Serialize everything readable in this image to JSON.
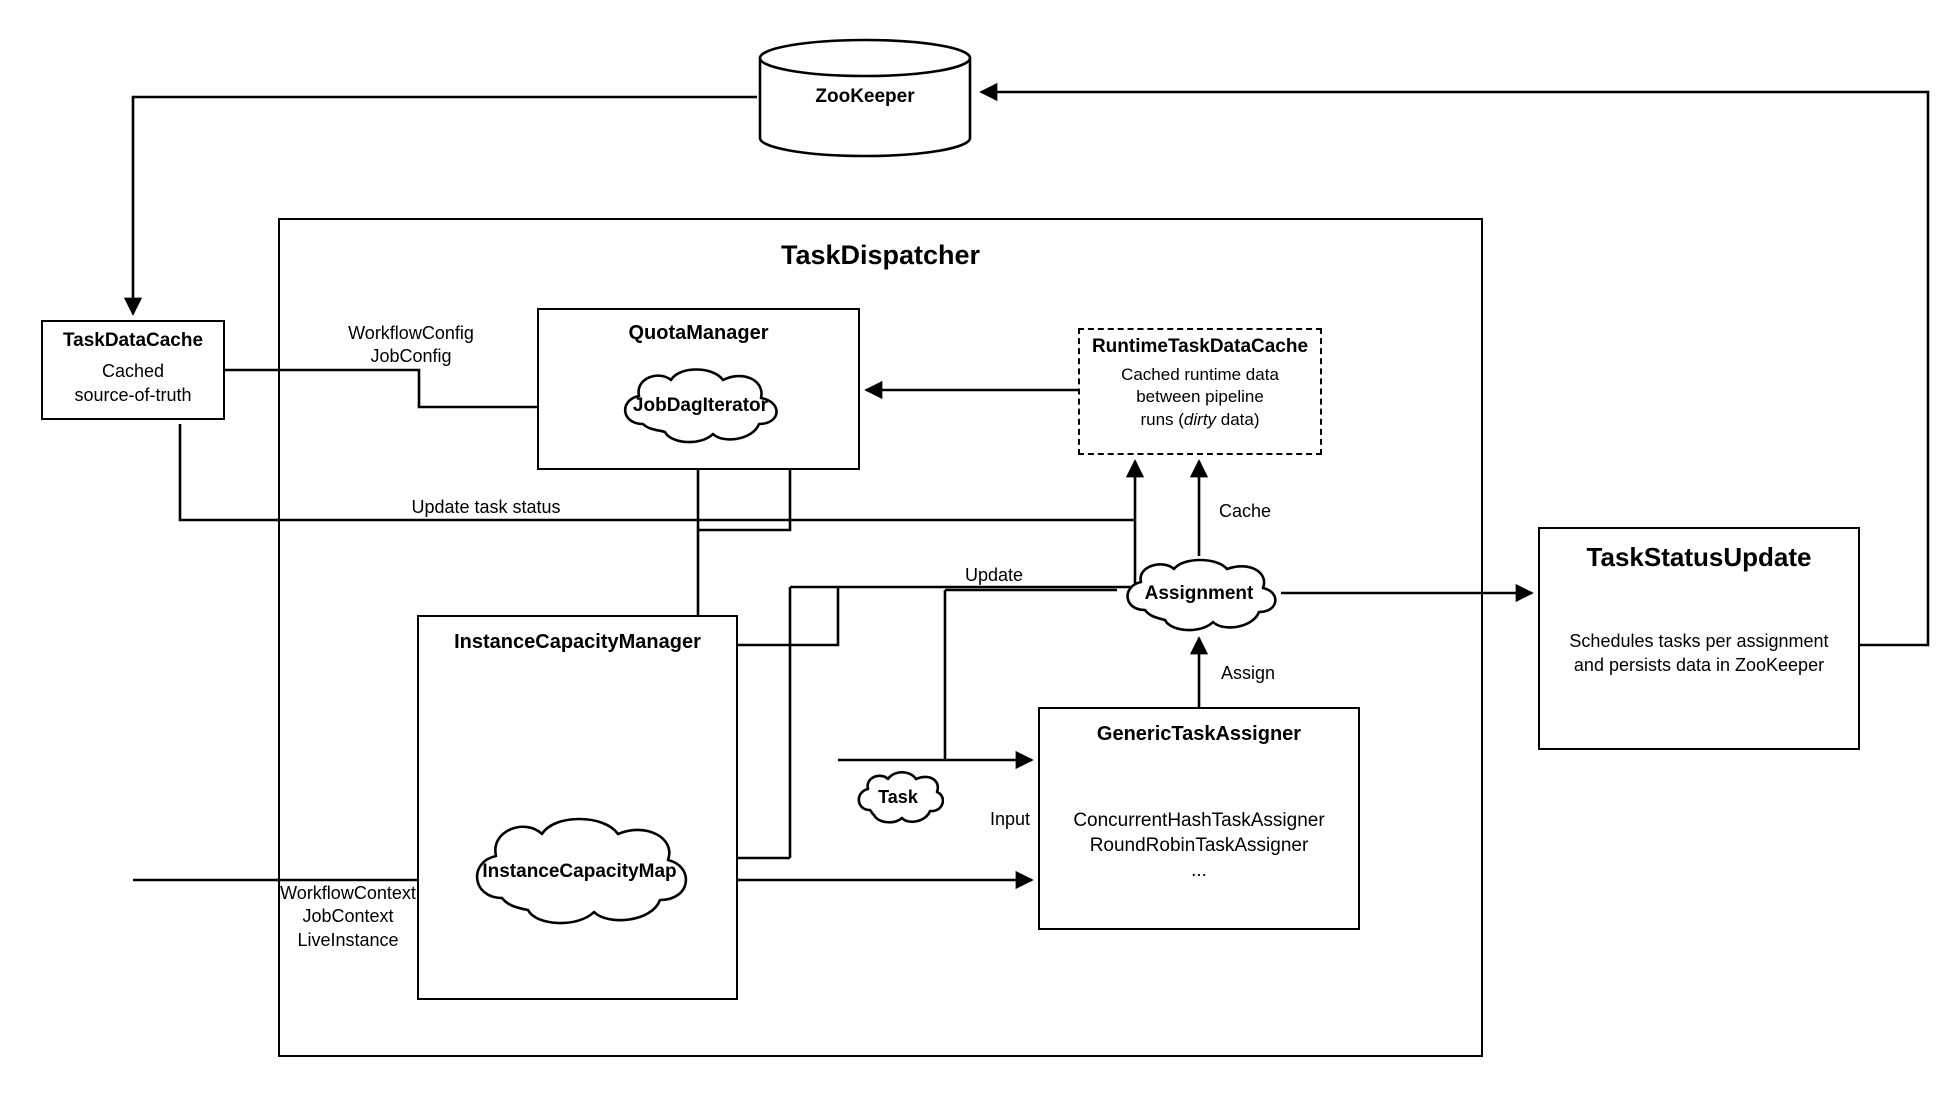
{
  "diagram": {
    "title": "TaskDispatcher architecture",
    "type": "flowchart",
    "stroke_color": "#000000",
    "background_color": "#ffffff"
  },
  "zookeeper": {
    "label": "ZooKeeper",
    "shape": "cylinder"
  },
  "task_dispatcher": {
    "title": "TaskDispatcher"
  },
  "task_data_cache": {
    "title": "TaskDataCache",
    "subtitle": "Cached\nsource-of-truth"
  },
  "quota_manager": {
    "title": "QuotaManager",
    "cloud": "JobDagIterator"
  },
  "runtime_task_data_cache": {
    "title": "RuntimeTaskDataCache",
    "line1": "Cached runtime data",
    "line2": "between pipeline",
    "line3_pre": "runs (",
    "line3_em": "dirty",
    "line3_post": " data)",
    "border_style": "dashed"
  },
  "instance_capacity_manager": {
    "title": "InstanceCapacityManager",
    "cloud": "InstanceCapacityMap"
  },
  "generic_task_assigner": {
    "title": "GenericTaskAssigner",
    "subtitle": "ConcurrentHashTaskAssigner\nRoundRobinTaskAssigner\n..."
  },
  "task_status_update": {
    "title": "TaskStatusUpdate",
    "subtitle": "Schedules tasks per assignment\nand persists data in ZooKeeper"
  },
  "clouds": {
    "assignment": "Assignment",
    "task": "Task"
  },
  "edge_labels": {
    "workflow_job_config": "WorkflowConfig\nJobConfig",
    "update_task_status": "Update task status",
    "workflow_context": "WorkflowContext\nJobContext\nLiveInstance",
    "update": "Update",
    "cache": "Cache",
    "assign": "Assign",
    "input": "Input"
  }
}
